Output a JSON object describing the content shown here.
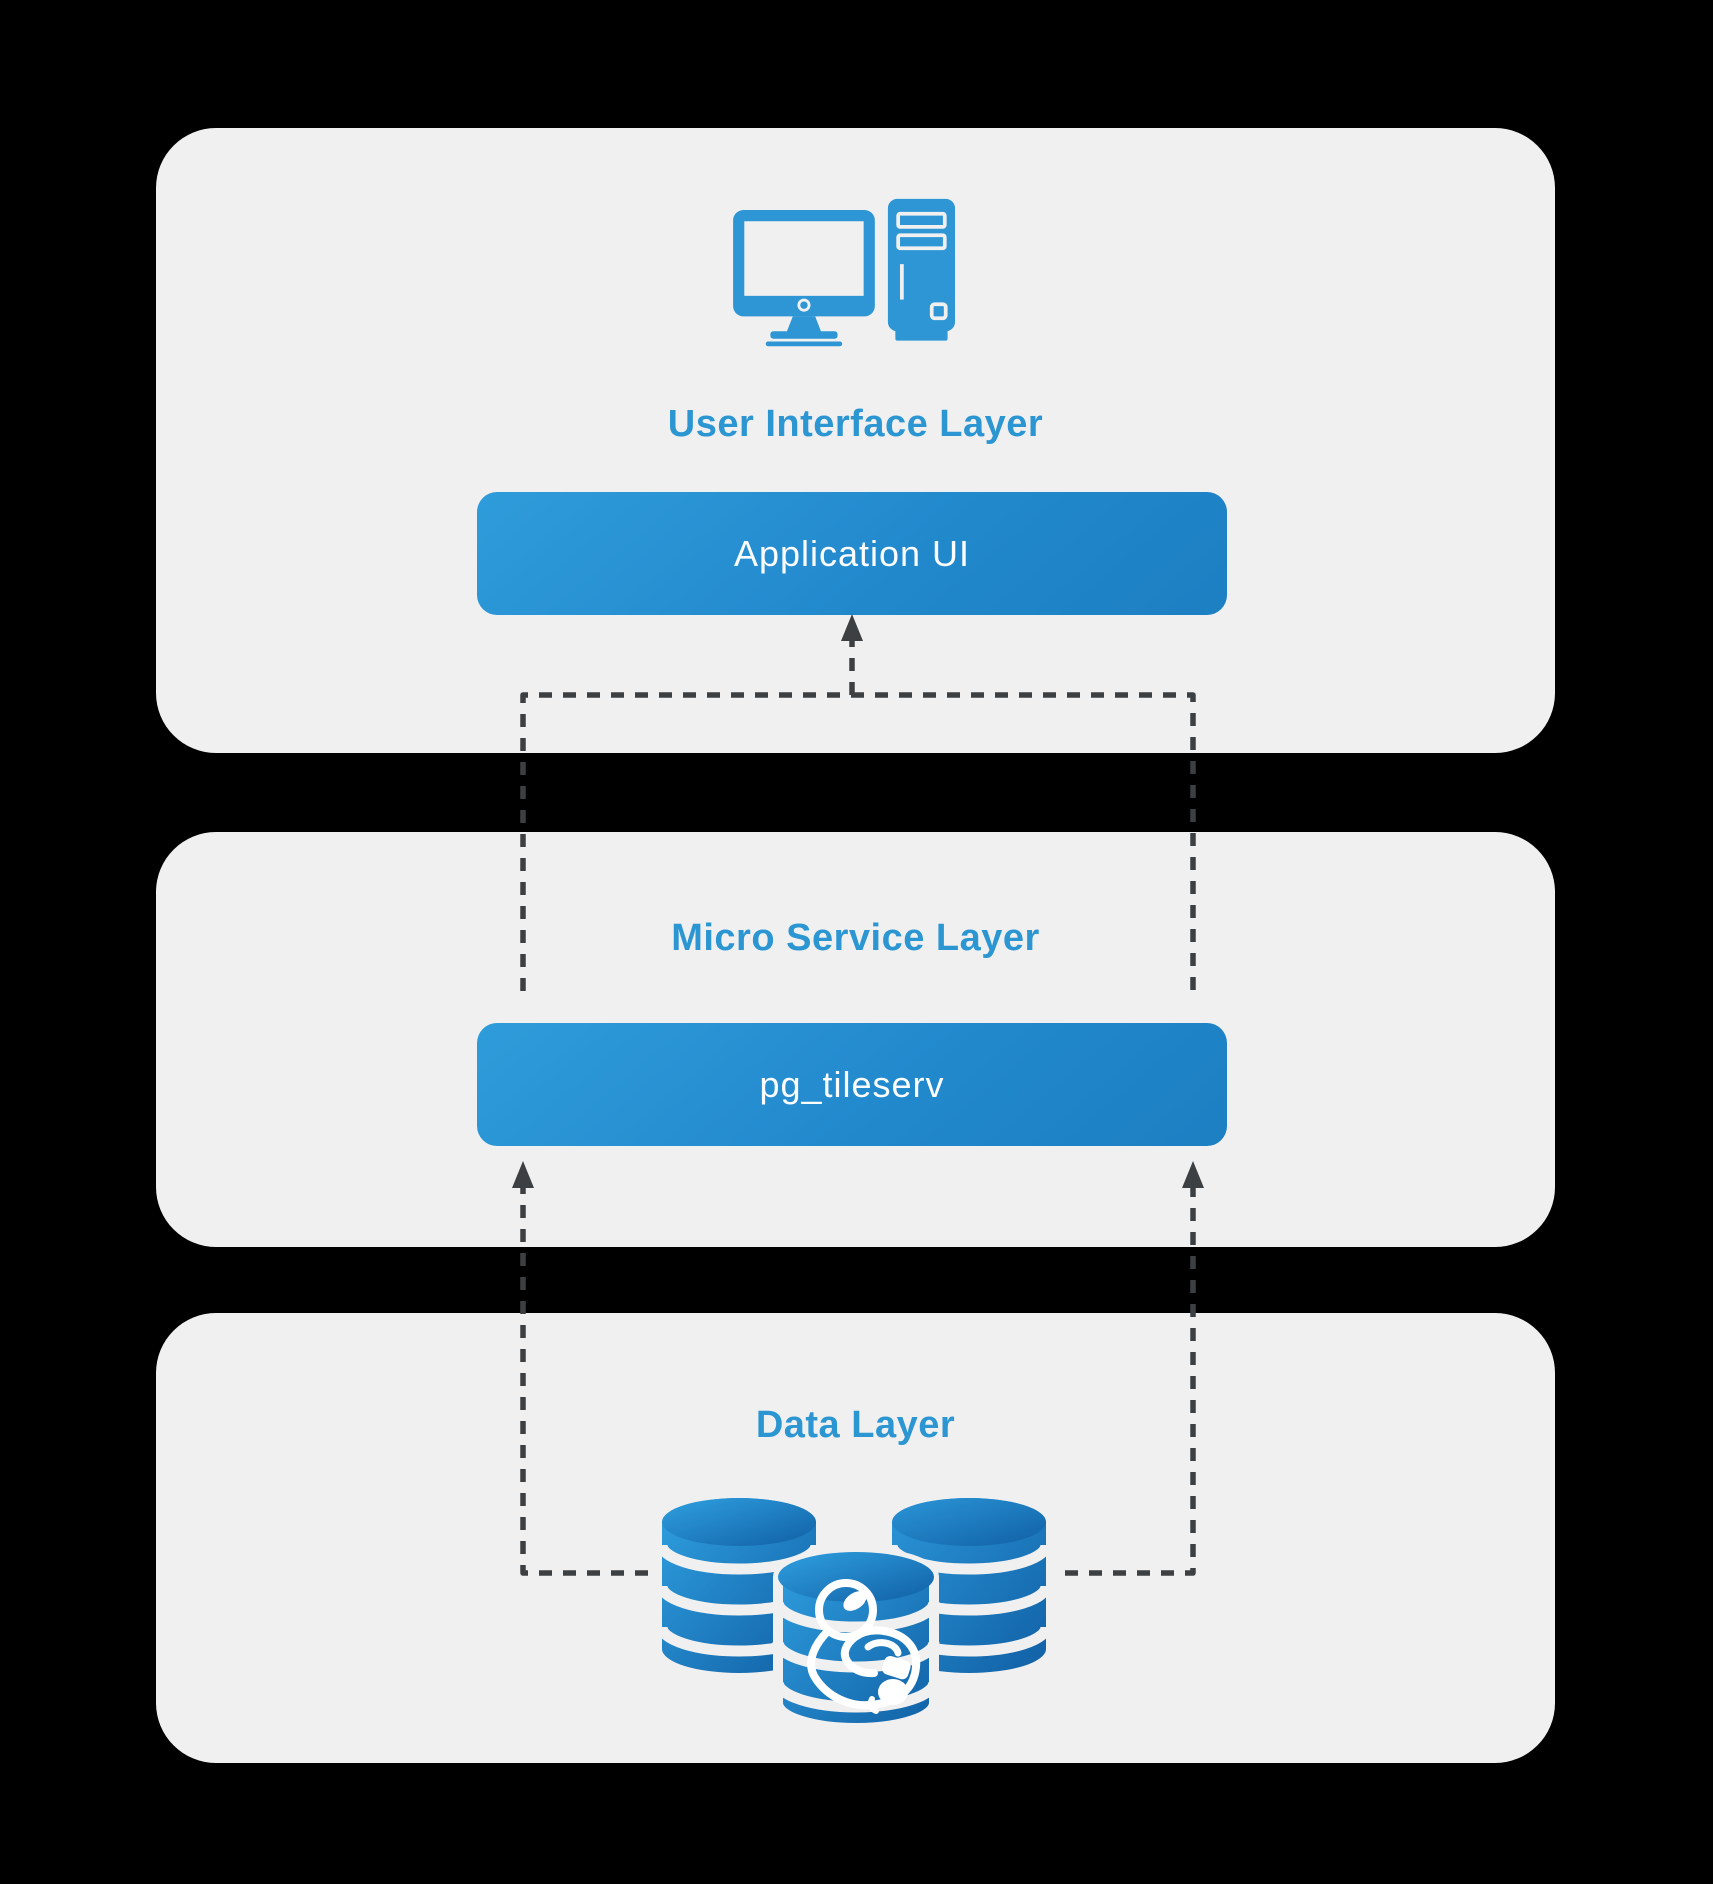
{
  "diagram": {
    "layers": [
      {
        "title": "User Interface Layer",
        "icon": "desktop-computer-icon",
        "node": "Application UI"
      },
      {
        "title": "Micro Service Layer",
        "icon": null,
        "node": "pg_tileserv"
      },
      {
        "title": "Data Layer",
        "icon": "database-cluster-icon",
        "node": null
      }
    ],
    "connections": [
      {
        "from": "pg_tileserv",
        "to": "Application UI",
        "style": "dashed",
        "arrow": "up"
      },
      {
        "from": "database-cluster",
        "to": "pg_tileserv",
        "style": "dashed",
        "arrow": "up",
        "branches": 2
      }
    ],
    "colors": {
      "background": "#000000",
      "card": "#F0F0F1",
      "title_blue": "#2C96D3",
      "node_gradient_start": "#2F9CDA",
      "node_gradient_end": "#1C7FC2",
      "icon_blue": "#2E96D4",
      "db_gradient_start": "#2FA0E0",
      "db_gradient_end": "#1160A5",
      "connector": "#3D4043"
    }
  }
}
